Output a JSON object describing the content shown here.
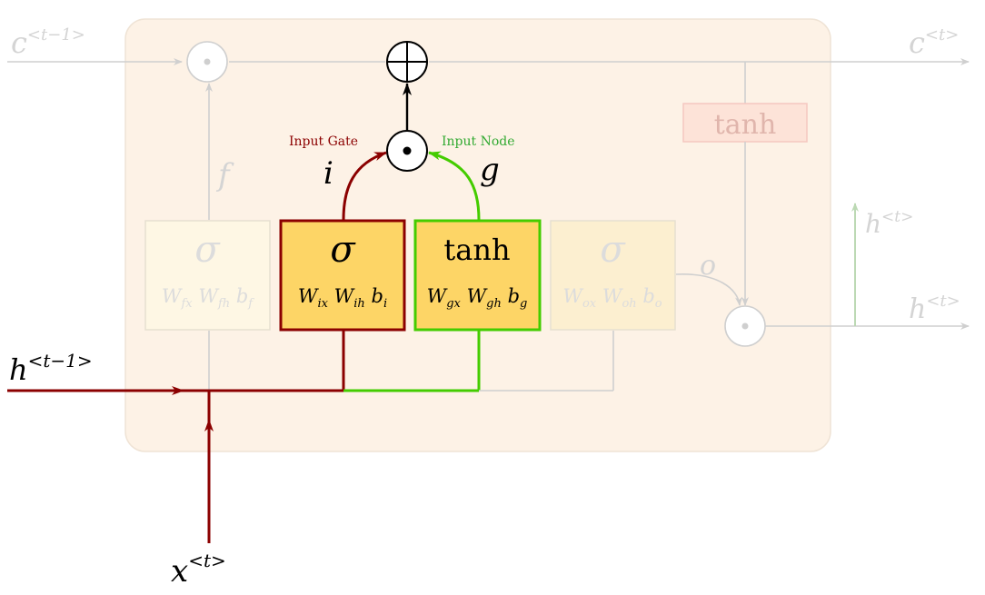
{
  "labels": {
    "c_prev": "c",
    "c_prev_sup": "<t−1>",
    "c_next": "c",
    "c_next_sup": "<t>",
    "h_prev": "h",
    "h_prev_sup": "<t−1>",
    "x_t": "x",
    "x_t_sup": "<t>",
    "h_out_up": "h",
    "h_out_up_sup": "<t>",
    "h_out_right": "h",
    "h_out_right_sup": "<t>",
    "f": "f",
    "i": "i",
    "g": "g",
    "o": "o",
    "input_gate": "Input Gate",
    "input_node": "Input Node"
  },
  "gates": {
    "forget": {
      "func": "σ",
      "w1": "W",
      "w1_sub": "fx",
      "w2": "W",
      "w2_sub": "fh",
      "b": "b",
      "b_sub": "f"
    },
    "input": {
      "func": "σ",
      "w1": "W",
      "w1_sub": "ix",
      "w2": "W",
      "w2_sub": "ih",
      "b": "b",
      "b_sub": "i"
    },
    "node": {
      "func": "tanh",
      "w1": "W",
      "w1_sub": "gx",
      "w2": "W",
      "w2_sub": "gh",
      "b": "b",
      "b_sub": "g"
    },
    "output": {
      "func": "σ",
      "w1": "W",
      "w1_sub": "ox",
      "w2": "W",
      "w2_sub": "oh",
      "b": "b",
      "b_sub": "o"
    }
  },
  "cell_tanh": "tanh",
  "colors": {
    "red": "#8b0000",
    "green": "#44cc00",
    "gold": "#fdd566",
    "faded": "#cfcfcf",
    "cell_bg": "#fdf2e6"
  }
}
